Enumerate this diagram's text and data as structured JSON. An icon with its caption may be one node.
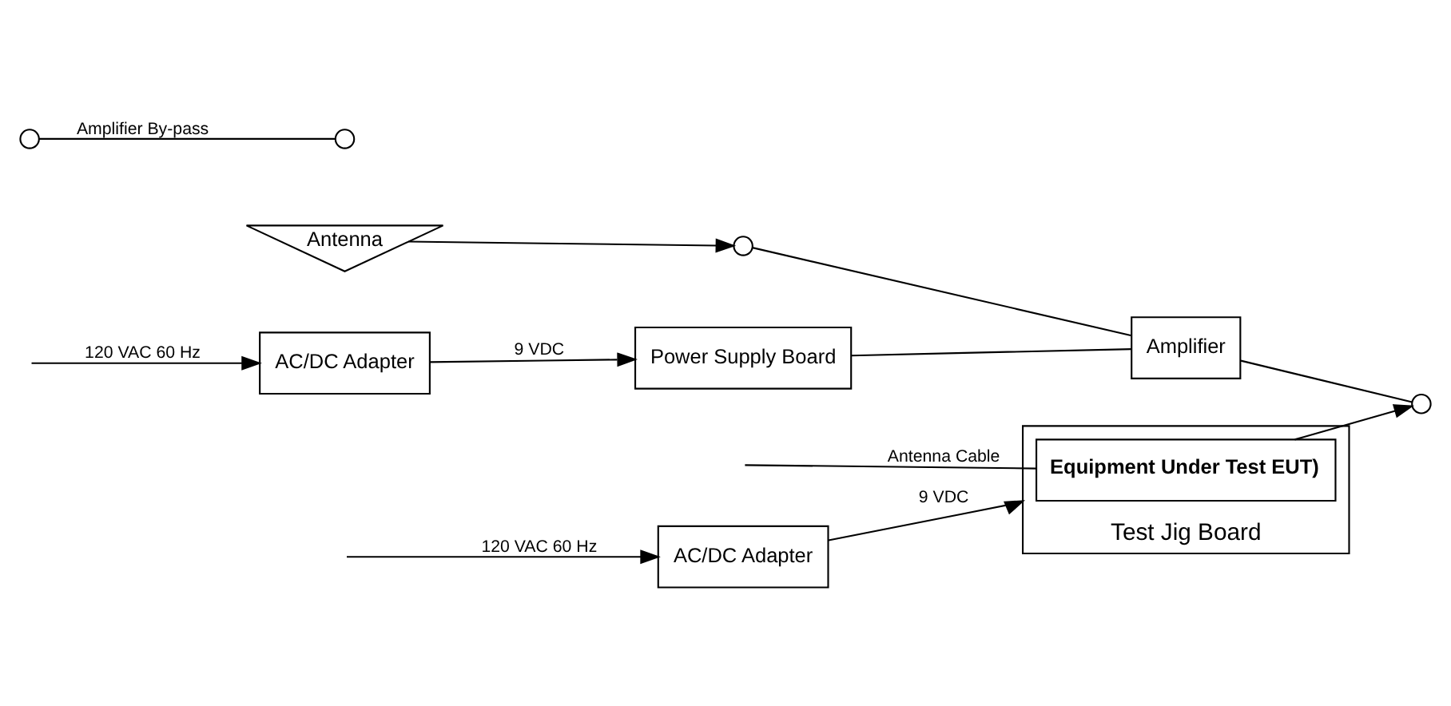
{
  "diagram": {
    "nodes": [
      {
        "text": [
          "Antenna"
        ]
      },
      {
        "text": [],
        "shape": "circle"
      },
      {
        "text": [],
        "shape": "circle"
      },
      {
        "text": [
          "AC/DC Adapter"
        ]
      },
      {
        "text": [
          "Power Supply Board"
        ]
      },
      {
        "text": [
          "Amplifier"
        ]
      },
      {
        "text": [],
        "shape": "circle"
      },
      {
        "text": [],
        "shape": "circle"
      },
      {
        "text": [
          "Test Jig Board"
        ]
      },
      {
        "text": [
          "Equipment Under Test EUT)"
        ],
        "in": 8
      },
      {
        "text": [
          "AC/DC Adapter"
        ]
      }
    ],
    "edges": [
      {
        "from": null,
        "to": 3,
        "arrow": "to",
        "label": "120 VAC 60 Hz"
      },
      {
        "from": 3,
        "to": 4,
        "arrow": "to",
        "label": "9 VDC"
      },
      {
        "from": 4,
        "to": 5,
        "arrow": "none"
      },
      {
        "from": 0,
        "to": 1,
        "arrow": "to"
      },
      {
        "from": 1,
        "to": 5,
        "arrow": "none"
      },
      {
        "from": 2,
        "to": 6,
        "arrow": "none",
        "label": "Amplifier By-pass"
      },
      {
        "from": 5,
        "to": 7,
        "arrow": "none"
      },
      {
        "from": 9,
        "to": 7,
        "arrow": "to"
      },
      {
        "from": null,
        "to": 9,
        "arrow": "none",
        "label": "Antenna Cable"
      },
      {
        "from": null,
        "to": 10,
        "arrow": "to",
        "label": "120 VAC 60 Hz"
      },
      {
        "from": 10,
        "to": 8,
        "arrow": "to",
        "label": "9 VDC"
      }
    ]
  }
}
